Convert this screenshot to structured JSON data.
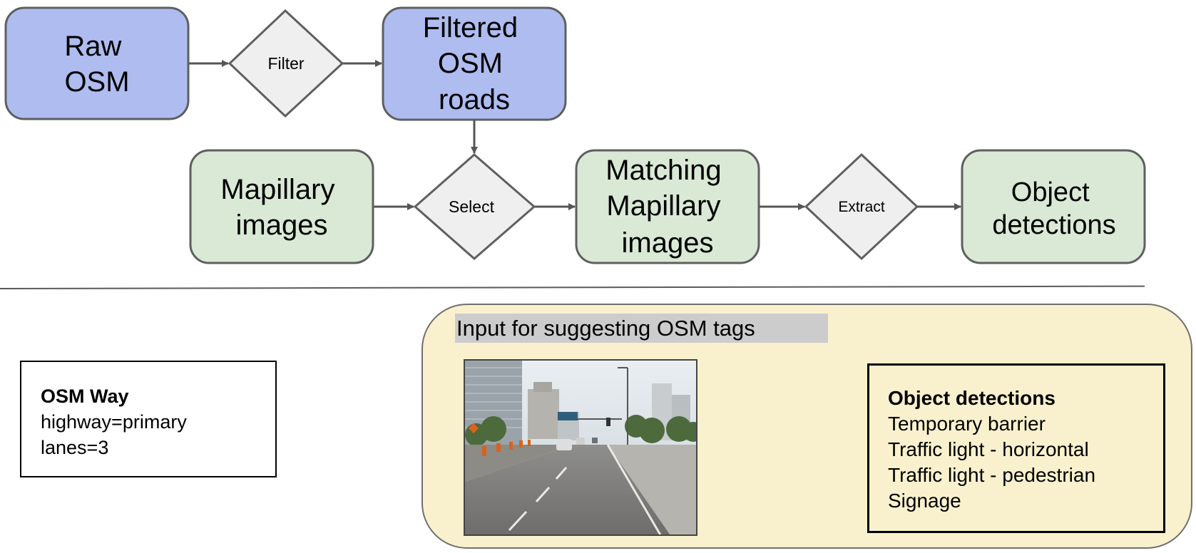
{
  "nodes": {
    "raw_osm": [
      "Raw",
      "OSM"
    ],
    "filter": "Filter",
    "filtered_osm": [
      "Filtered",
      "OSM",
      "roads"
    ],
    "mapillary": [
      "Mapillary",
      "images"
    ],
    "select": "Select",
    "matching": [
      "Matching",
      "Mapillary",
      "images"
    ],
    "extract": "Extract",
    "object_detections": [
      "Object",
      "detections"
    ]
  },
  "colors": {
    "osm_fill": "#aebcf0",
    "mapillary_fill": "#d9e9d5",
    "decision_fill": "#efefef",
    "stroke": "#5f5f5f",
    "panel_fill": "#f9f1cd"
  },
  "osm_way": {
    "title": "OSM Way",
    "lines": [
      "highway=primary",
      "lanes=3"
    ]
  },
  "input_panel": {
    "title": "Input for suggesting OSM tags",
    "detections_title": "Object detections",
    "detections": [
      "Temporary barrier",
      "Traffic light - horizontal",
      "Traffic light - pedestrian",
      "Signage"
    ]
  }
}
